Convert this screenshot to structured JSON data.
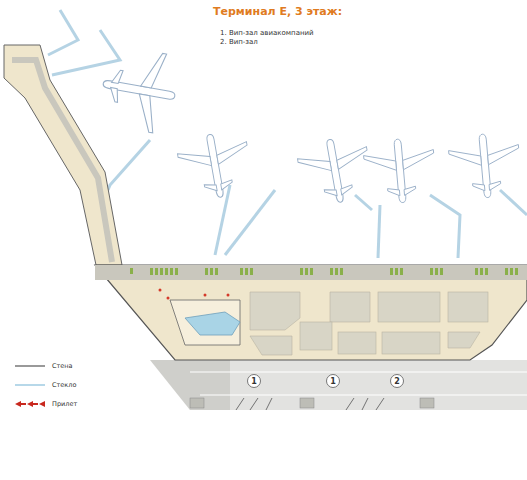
{
  "diagram": {
    "title": "Терминал Е, 3 этаж:",
    "nodes": [
      {
        "text": [
          "1"
        ]
      },
      {
        "text": [
          "1"
        ]
      },
      {
        "text": [
          "2"
        ]
      }
    ],
    "labels": [
      "1. Вип-зал авиакомпаний",
      "2. Вип-зал"
    ],
    "legend": [
      {
        "text": "Стена"
      },
      {
        "text": "Стекло"
      },
      {
        "text": "Прилет"
      }
    ]
  }
}
